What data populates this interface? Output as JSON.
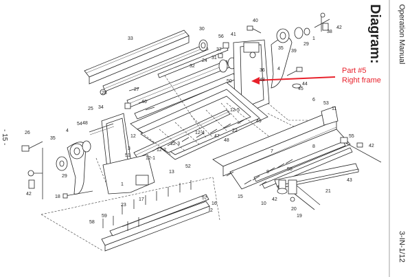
{
  "header": {
    "title": "Diagram:",
    "manual": "Operation Manual",
    "doc_code": "3-IN-1/12",
    "page": "- 15 -"
  },
  "callout": {
    "line1": "Part #5",
    "line2": "Right frame",
    "color": "#e8202a"
  },
  "part_labels": [
    "1",
    "2",
    "3",
    "4",
    "5",
    "6",
    "7",
    "8",
    "10",
    "11",
    "12",
    "12-1",
    "12-2",
    "12-3",
    "12-4",
    "12-5",
    "13",
    "15",
    "16",
    "17",
    "18",
    "19",
    "20",
    "21",
    "22",
    "23",
    "24",
    "25",
    "26",
    "27",
    "28",
    "29",
    "30",
    "31",
    "32",
    "33",
    "34",
    "35",
    "36",
    "37",
    "38",
    "39",
    "40",
    "41",
    "42",
    "43",
    "44",
    "45",
    "46",
    "47",
    "48",
    "49",
    "50",
    "51",
    "52",
    "53",
    "54",
    "55",
    "56",
    "57",
    "58",
    "59"
  ]
}
